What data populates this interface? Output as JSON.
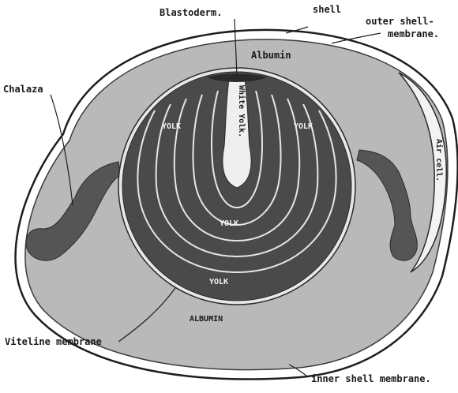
{
  "labels": {
    "blastoderm": "Blastoderm.",
    "shell": "shell",
    "outer_shell_membrane_line1": "outer shell-",
    "outer_shell_membrane_line2": "membrane.",
    "albumin_top": "Albumin",
    "chalaza": "Chalaza",
    "white_yolk": "White Yolk.",
    "yolk_left": "YOLK",
    "yolk_right": "YOLK",
    "yolk_center": "YOLK",
    "yolk_bottom": "YOLK",
    "air_cell": "Air cell.",
    "albumin_bottom": "ALBUMIN",
    "viteline_membrane": "Viteline membrane",
    "inner_shell_membrane": "inner shell membrane."
  },
  "colors": {
    "shell": "#1e1e1e",
    "albumin": "#b9b9b9",
    "yolk_dark": "#4a4a4a",
    "yolk_band": "#5e5e5e",
    "yolk_line": "#e6e6e6",
    "white_yolk": "#efefef",
    "chalaza": "#555555"
  }
}
